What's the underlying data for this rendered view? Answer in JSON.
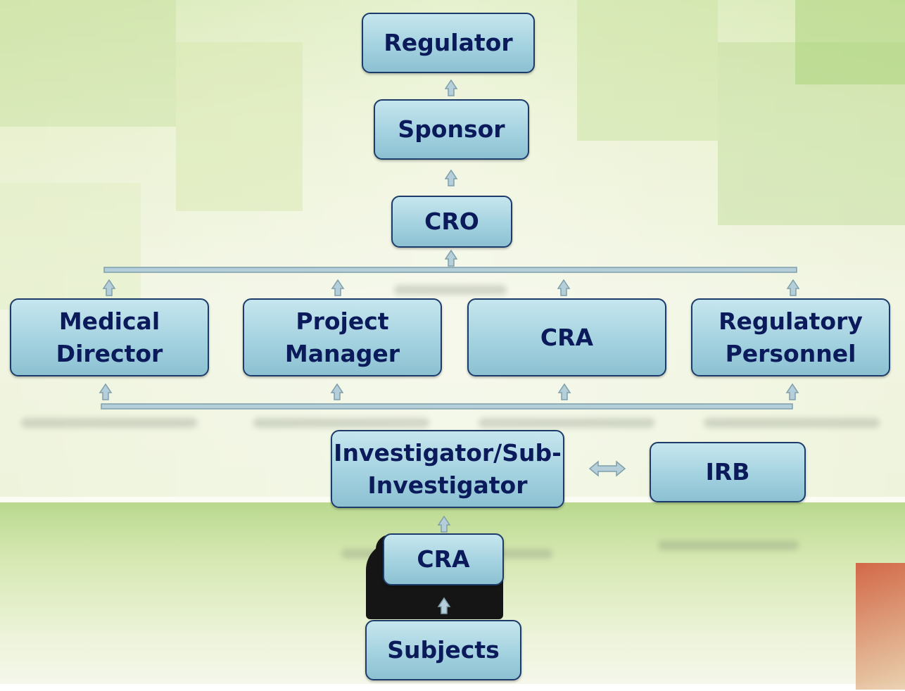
{
  "nodes": {
    "regulator": "Regulator",
    "sponsor": "Sponsor",
    "cro": "CRO",
    "medical_director": [
      "Medical",
      "Director"
    ],
    "project_manager": [
      "Project",
      "Manager"
    ],
    "cra_top": "CRA",
    "regulatory_personnel": [
      "Regulatory",
      "Personnel"
    ],
    "investigator": [
      "Investigator/Sub-",
      "Investigator"
    ],
    "irb": "IRB",
    "cra_bottom": "CRA",
    "subjects": "Subjects"
  },
  "colors": {
    "node_fill": "#a4d2e0",
    "node_border": "#1c3b6a",
    "node_text": "#0b1a5a",
    "connector": "#9fbcc7"
  }
}
